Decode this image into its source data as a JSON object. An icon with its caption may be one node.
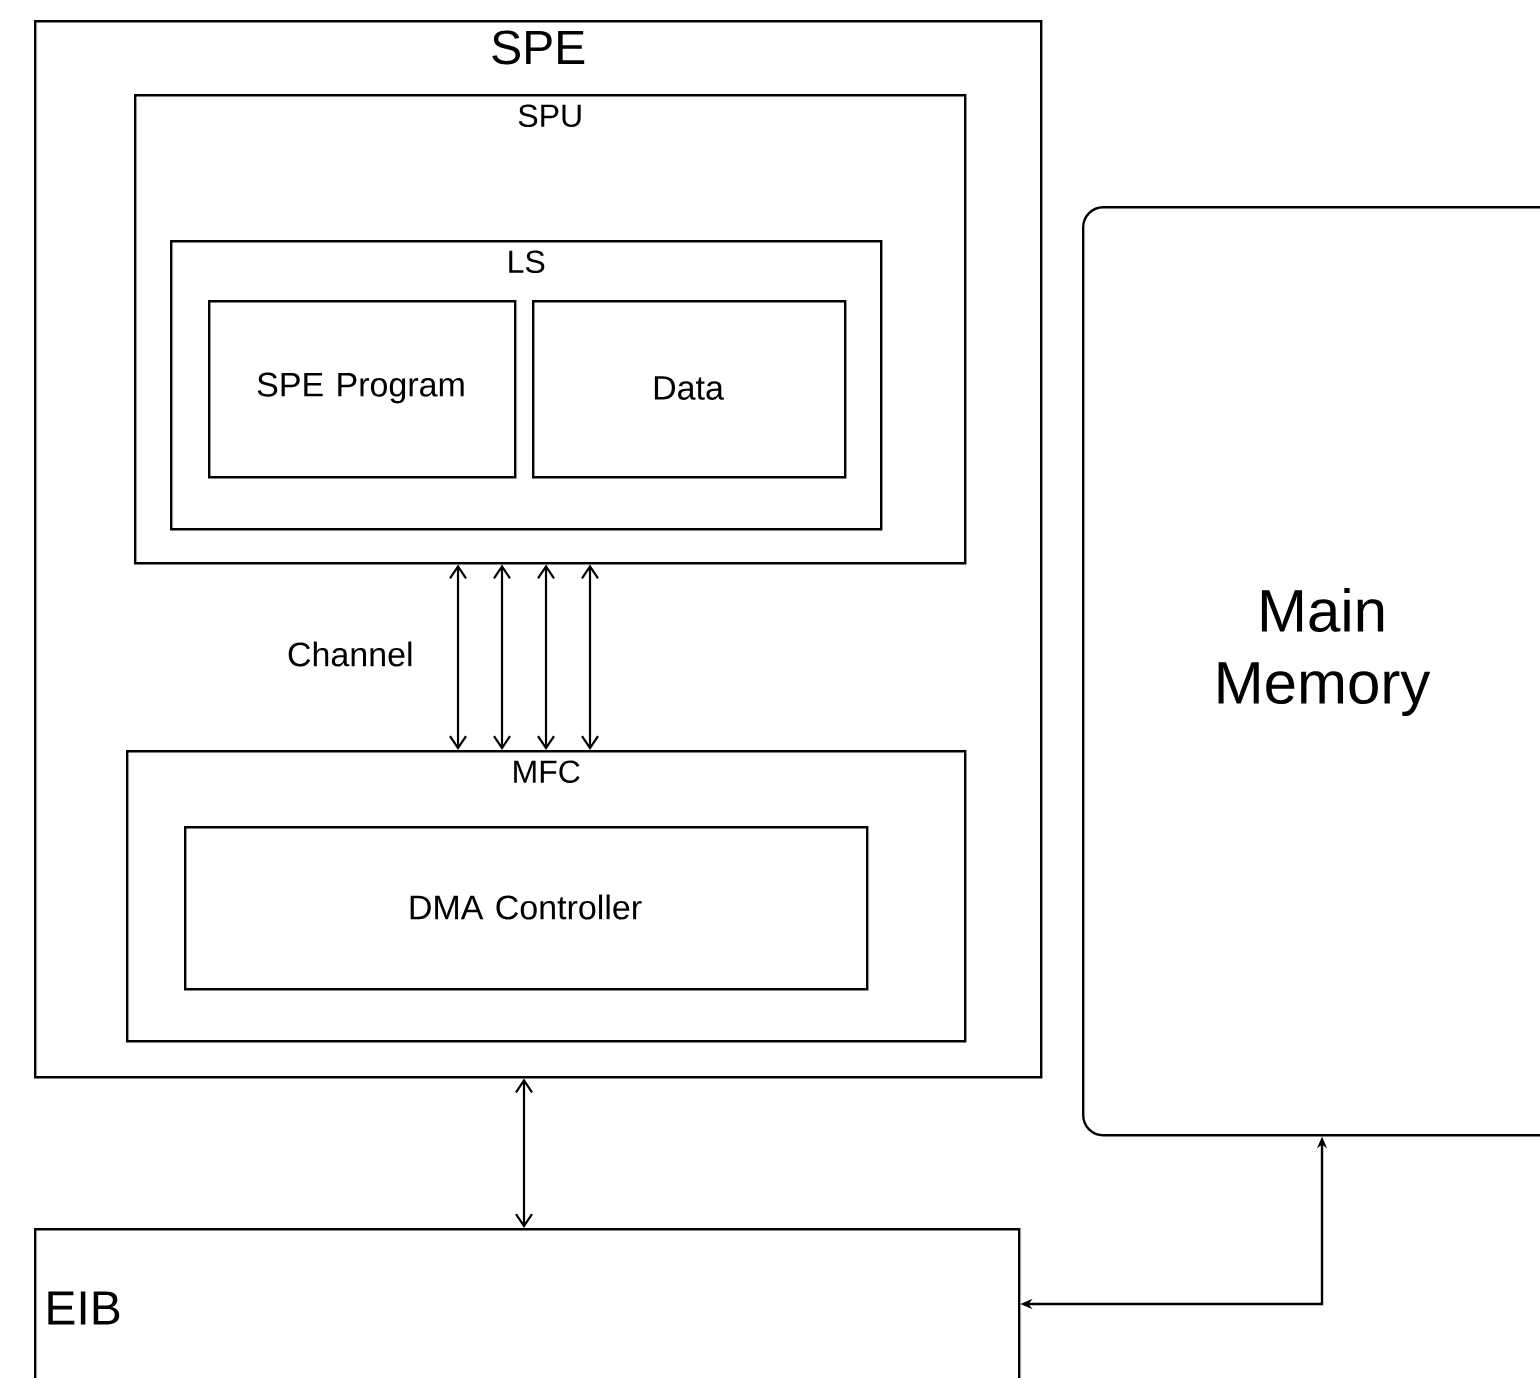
{
  "diagram": {
    "nodes": [
      {
        "text": [
          "SPE"
        ]
      },
      {
        "text": [
          "SPU"
        ],
        "in": 0
      },
      {
        "text": [
          "LS"
        ],
        "in": 1
      },
      {
        "text": [
          "SPE Program"
        ],
        "in": 2
      },
      {
        "text": [
          "Data"
        ],
        "in": 2
      },
      {
        "text": [
          "MFC"
        ],
        "in": 0
      },
      {
        "text": [
          "DMA Controller"
        ],
        "in": 5
      },
      {
        "text": [
          "Main Memory"
        ]
      },
      {
        "text": [
          "EIB"
        ]
      }
    ],
    "edges": [
      {
        "from": 1,
        "to": 5,
        "arrow": "both"
      },
      {
        "from": 1,
        "to": 5,
        "arrow": "both"
      },
      {
        "from": 1,
        "to": 5,
        "arrow": "both"
      },
      {
        "from": 1,
        "to": 5,
        "arrow": "both"
      },
      {
        "from": 0,
        "to": 8,
        "arrow": "both"
      },
      {
        "from": 7,
        "to": 8,
        "arrow": "both"
      }
    ],
    "labels": [
      "Channel"
    ]
  }
}
